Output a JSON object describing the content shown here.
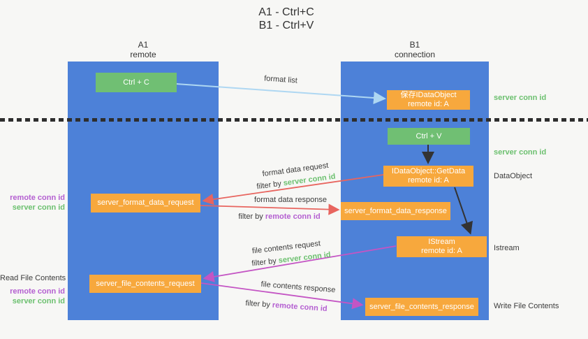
{
  "title": {
    "line1": "A1 - Ctrl+C",
    "line2": "B1 - Ctrl+V"
  },
  "lanes": {
    "a": {
      "name": "A1",
      "role": "remote"
    },
    "b": {
      "name": "B1",
      "role": "connection"
    }
  },
  "nodes": {
    "ctrl_c": {
      "label": "Ctrl + C"
    },
    "ctrl_v": {
      "label": "Ctrl + V"
    },
    "save_dataobject": {
      "line1": "保存IDataObject",
      "line2": "remote id: A"
    },
    "getdata": {
      "line1": "IDataObject::GetData",
      "line2": "remote id: A"
    },
    "istream": {
      "line1": "IStream",
      "line2": "remote id: A"
    },
    "format_request": {
      "label": "server_format_data_request"
    },
    "format_response": {
      "label": "server_format_data_response"
    },
    "file_request": {
      "label": "server_file_contents_request"
    },
    "file_response": {
      "label": "server_file_contents_response"
    }
  },
  "edges": {
    "format_list": {
      "label": "format list"
    },
    "format_request": {
      "label": "format data request",
      "filter_prefix": "filter by ",
      "filter_key": "server conn id"
    },
    "format_response": {
      "label": "format data response",
      "filter_prefix": "filter by ",
      "filter_key": "remote conn id"
    },
    "file_request": {
      "label": "file contents request",
      "filter_prefix": "filter by ",
      "filter_key": "server conn id"
    },
    "file_response": {
      "label": "file contents response",
      "filter_prefix": "filter by ",
      "filter_key": "remote conn id"
    }
  },
  "annotations": {
    "right_server_conn_top": "server conn id",
    "right_server_conn_mid": "server conn id",
    "right_dataobject": "DataObject",
    "right_istream": "Istream",
    "right_write_file": "Write File Contents",
    "left_format_remote": "remote conn id",
    "left_format_server": "server conn id",
    "left_read_file": "Read File Contents",
    "left_file_remote": "remote conn id",
    "left_file_server": "server conn id"
  },
  "colors": {
    "lane_blue": "#4d81d8",
    "node_green": "#70bf73",
    "node_orange": "#f7a83d",
    "green_label": "#6cc06f",
    "purple_label": "#b45fd1",
    "red_arrow": "#e8655f",
    "magenta_arrow": "#c455c4",
    "blue_arrow": "#aed7f2",
    "black_arrow": "#333333"
  }
}
